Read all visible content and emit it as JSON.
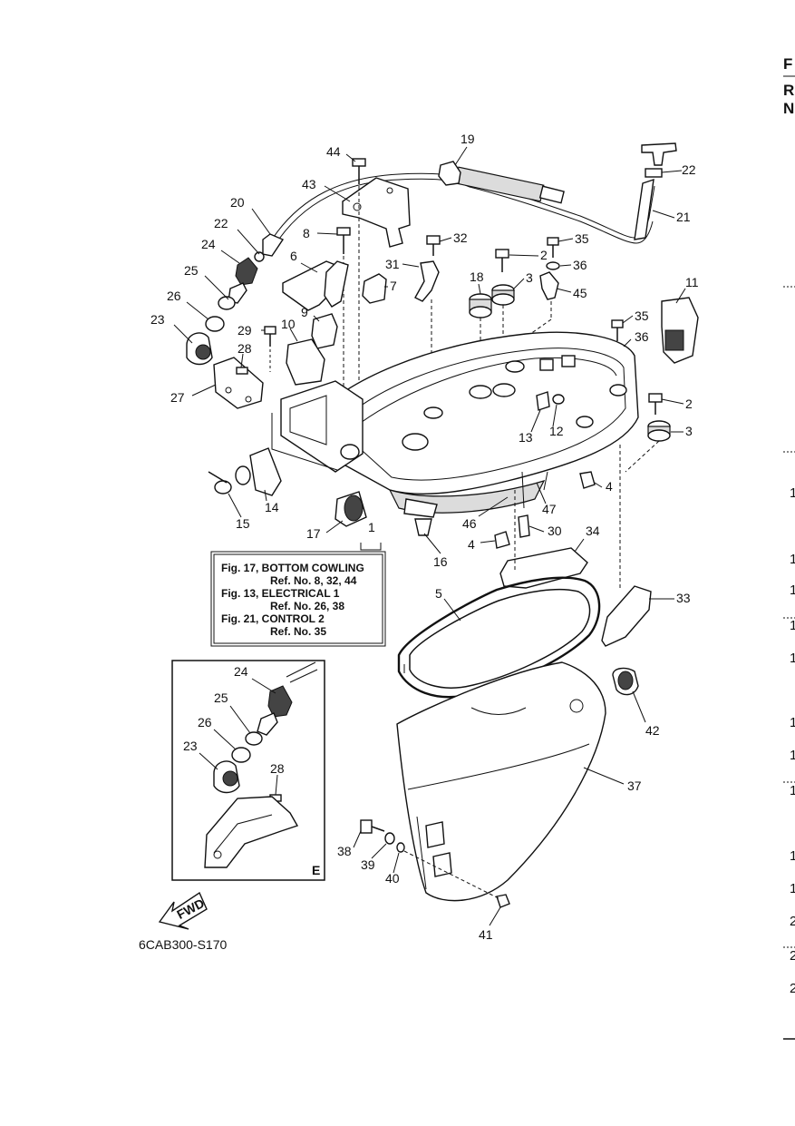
{
  "diagram": {
    "drawing_code": "6CAB300-S170",
    "inset_label": "E",
    "fwd_label": "FWD",
    "reference_box": [
      "Fig. 17, BOTTOM COWLING",
      "Ref. No. 8, 32, 44",
      "Fig. 13, ELECTRICAL 1",
      "Ref. No. 26, 38",
      "Fig. 21, CONTROL 2",
      "Ref. No. 35"
    ],
    "callouts": {
      "c44": "44",
      "c19": "19",
      "c22a": "22",
      "c43": "43",
      "c20": "20",
      "c22b": "22",
      "c21": "21",
      "c8": "8",
      "c32": "32",
      "c2a": "2",
      "c35a": "35",
      "c24a": "24",
      "c6": "6",
      "c31": "31",
      "c36a": "36",
      "c18": "18",
      "c3a": "3",
      "c25a": "25",
      "c7": "7",
      "c45": "45",
      "c11": "11",
      "c26a": "26",
      "c9": "9",
      "c35b": "35",
      "c23a": "23",
      "c29": "29",
      "c10": "10",
      "c36b": "36",
      "c28a": "28",
      "c27": "27",
      "c2b": "2",
      "c13": "13",
      "c12": "12",
      "c3b": "3",
      "c4a": "4",
      "c14": "14",
      "c47": "47",
      "c15": "15",
      "c17": "17",
      "c1": "1",
      "c46": "46",
      "c30": "30",
      "c4b": "4",
      "c34": "34",
      "c16": "16",
      "c5": "5",
      "c33": "33",
      "c24b": "24",
      "c42": "42",
      "c25b": "25",
      "c26b": "26",
      "c23b": "23",
      "c28b": "28",
      "c37": "37",
      "c38": "38",
      "c39": "39",
      "c40": "40",
      "c41": "41"
    }
  },
  "page_edge": {
    "top_letters": [
      "F",
      "R",
      "N"
    ],
    "numbers": [
      "1",
      "1",
      "1",
      "1",
      "1",
      "1",
      "1",
      "1",
      "1",
      "1",
      "2",
      "2",
      "2"
    ]
  }
}
